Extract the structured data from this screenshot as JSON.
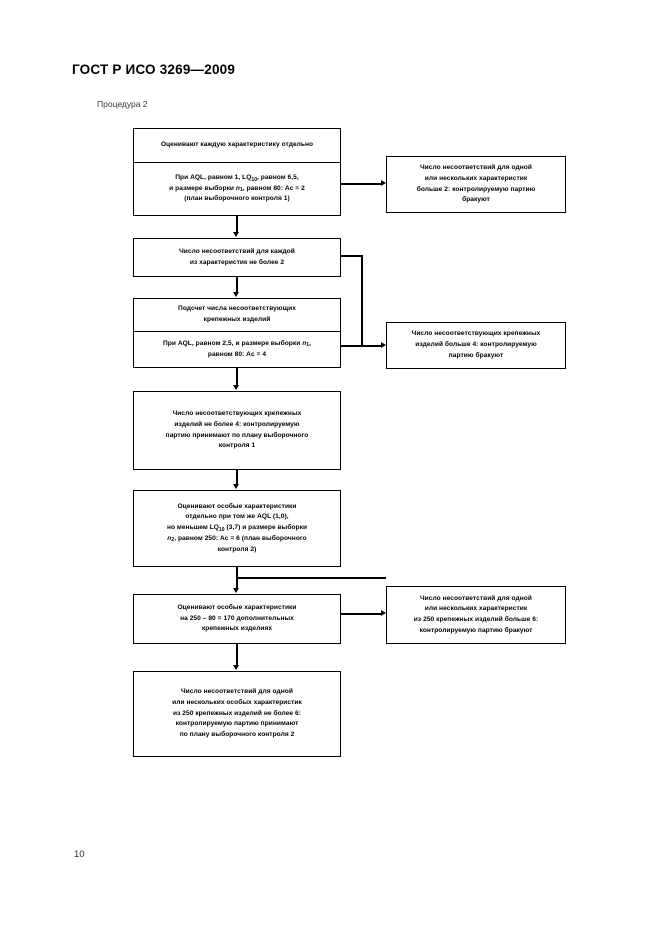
{
  "document": {
    "standard_header": "ГОСТ Р ИСО 3269—2009",
    "procedure_label": "Процедура 2",
    "page_number": "10"
  },
  "flowchart": {
    "nodes": [
      {
        "id": "n1",
        "header": "Оценивают каждую характеристику отдельно",
        "body_line1": "При AQL, равном 1, LQ10, равном 6,5,",
        "body_line2": "и размере выборки n1, равном 80: Ac = 2",
        "body_line3": "(план выборочного контроля 1)"
      },
      {
        "id": "r1",
        "line1": "Число несоответствий для одной",
        "line2": "или нескольких характеристик",
        "line3": "больше 2: контролируемую партию",
        "line4": "бракуют"
      },
      {
        "id": "n2",
        "line1": "Число несоответствий для каждой",
        "line2": "из характеристик не более 2"
      },
      {
        "id": "n3",
        "header_line1": "Подсчет числа несоответствующих",
        "header_line2": "крепежных изделий",
        "body_line1": "При AQL, равном 2,5, и размере выборки n1,",
        "body_line2": "равном 80: Ac = 4"
      },
      {
        "id": "r2",
        "line1": "Число несоответствующих  крепежных",
        "line2": "изделий больше 4: контролируемую",
        "line3": "партию бракуют"
      },
      {
        "id": "n4",
        "line1": "Число несоответствующих крепежных",
        "line2": "изделий не более 4: контролируемую",
        "line3": "партию принимают по плану выборочного",
        "line4": "контроля 1"
      },
      {
        "id": "n5",
        "line1": "Оценивают особые характеристики",
        "line2": "отдельно при том же AQL (1,0),",
        "line3": "но меньшем LQ10 (3,7) и размере выборки",
        "line4": "n2, равном 250: Ac = 6 (план выборочного",
        "line5": "контроля 2)"
      },
      {
        "id": "n6",
        "line1": "Оценивают особые характеристики",
        "line2": "на 250 – 80 = 170 дополнительных",
        "line3": "крепежных изделиях"
      },
      {
        "id": "r3",
        "line1": "Число несоответствий для одной",
        "line2": "или нескольких характеристик",
        "line3": "из 250 крепежных изделий больше 6:",
        "line4": "контролируемую партию бракуют"
      },
      {
        "id": "n7",
        "line1": "Число несоответствий для одной",
        "line2": "или нескольких особых характеристик",
        "line3": "из 250 крепежных изделий не более 6:",
        "line4": "контролируемую партию принимают",
        "line5": "по плану выборочного контроля 2"
      }
    ]
  }
}
